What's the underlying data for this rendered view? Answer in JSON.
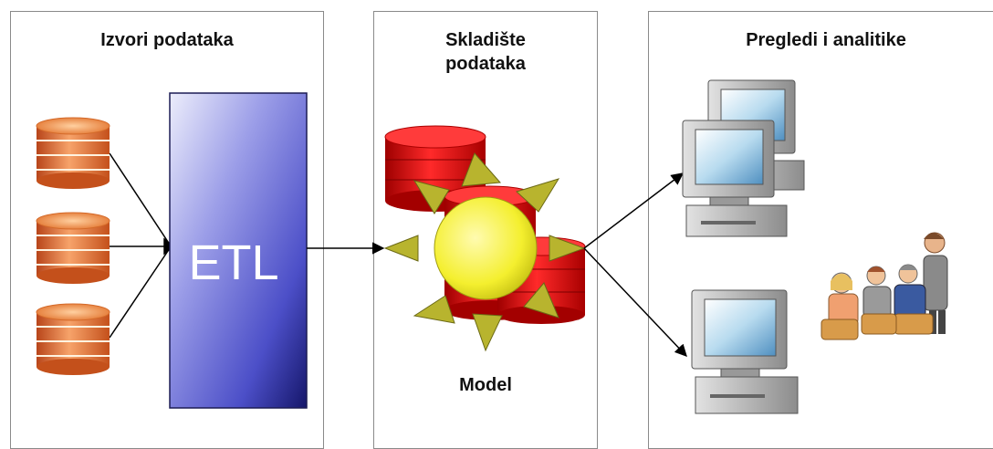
{
  "panels": {
    "sources_title": "Izvori podataka",
    "warehouse_title_line1": "Skladište",
    "warehouse_title_line2": "podataka",
    "analytics_title": "Pregledi i analitike"
  },
  "etl_label": "ETL",
  "model_label": "Model",
  "icons": {
    "sources": [
      "database-icon",
      "database-icon",
      "database-icon"
    ],
    "warehouse": [
      "warehouse-database-icon",
      "sun-model-icon"
    ],
    "analytics": [
      "computer-icon",
      "computer-icon",
      "computer-icon",
      "audience-icon"
    ]
  },
  "colors": {
    "etl_blue": "#5a5ad0",
    "db_orange": "#e0702a",
    "wh_red": "#d41010",
    "sun_yellow": "#f2ef3a",
    "ray_olive": "#b7b430"
  }
}
